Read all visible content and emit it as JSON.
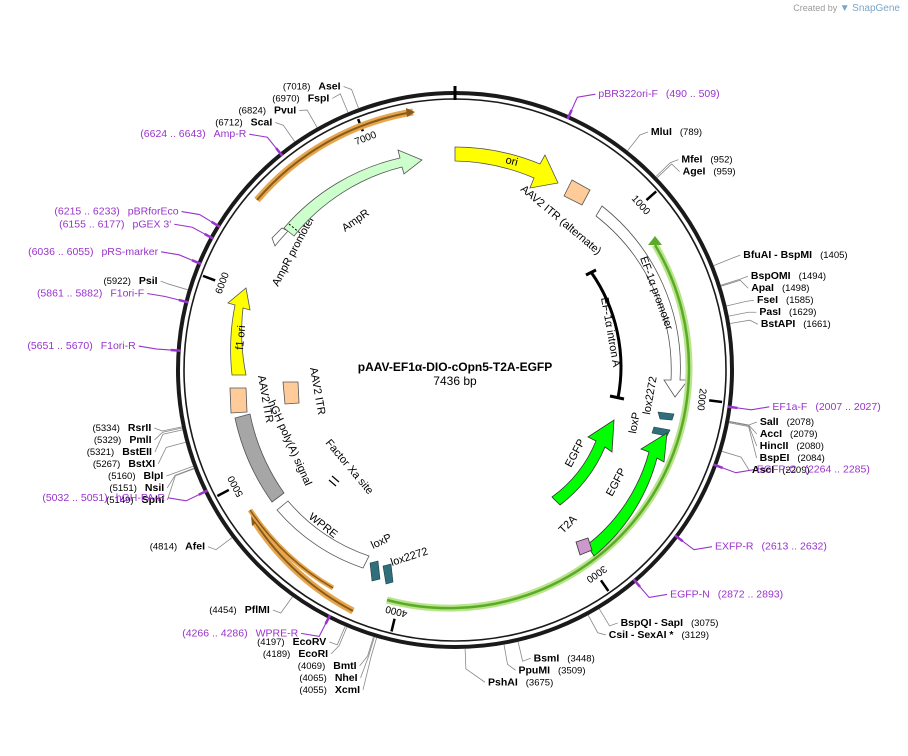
{
  "credit": {
    "prefix": "Created by",
    "brand": "SnapGene"
  },
  "plasmid": {
    "name": "pAAV-EF1α-DIO-cOpn5-T2A-EGFP",
    "length_label": "7436 bp",
    "total_bp": 7436
  },
  "ticks": [
    {
      "bp": 1000,
      "label": "1000"
    },
    {
      "bp": 2000,
      "label": "2000"
    },
    {
      "bp": 3000,
      "label": "3000"
    },
    {
      "bp": 4000,
      "label": "4000"
    },
    {
      "bp": 5000,
      "label": "5000"
    },
    {
      "bp": 6000,
      "label": "6000"
    },
    {
      "bp": 7000,
      "label": "7000"
    }
  ],
  "features": [
    {
      "name": "ori",
      "label": "ori",
      "color": "#ffff00"
    },
    {
      "name": "aav2-itr-alt",
      "label": "AAV2 ITR (alternate)",
      "color": "#ffcc99"
    },
    {
      "name": "ef1a-promoter",
      "label": "EF-1α promoter",
      "color": "#ffffff"
    },
    {
      "name": "ef1a-intron",
      "label": "EF-1α intron A",
      "color": "#000000"
    },
    {
      "name": "lox2272-a",
      "label": "lox2272",
      "color": "#2f6e7a"
    },
    {
      "name": "loxp-a",
      "label": "loxP",
      "color": "#2f6e7a"
    },
    {
      "name": "egfp-a",
      "label": "EGFP",
      "color": "#00ff00"
    },
    {
      "name": "egfp-b",
      "label": "EGFP",
      "color": "#00ff00"
    },
    {
      "name": "t2a",
      "label": "T2A",
      "color": "#cc99cc"
    },
    {
      "name": "lox2272-b",
      "label": "lox2272",
      "color": "#2f6e7a"
    },
    {
      "name": "loxp-b",
      "label": "loxP",
      "color": "#2f6e7a"
    },
    {
      "name": "wpre",
      "label": "WPRE",
      "color": "#ffffff"
    },
    {
      "name": "factor-xa",
      "label": "Factor Xa site",
      "color": "#000000"
    },
    {
      "name": "hgh-polya",
      "label": "hGH poly(A) signal",
      "color": "#a6a6a6"
    },
    {
      "name": "aav2-itr-1",
      "label": "AAV2 ITR",
      "color": "#ffcc99"
    },
    {
      "name": "aav2-itr-2",
      "label": "AAV2 ITR",
      "color": "#ffcc99"
    },
    {
      "name": "f1-ori",
      "label": "f1 ori",
      "color": "#ffff00"
    },
    {
      "name": "ampr-promoter",
      "label": "AmpR promoter",
      "color": "#ffffff"
    },
    {
      "name": "ampr",
      "label": "AmpR",
      "color": "#ccffcc"
    }
  ],
  "enzymes_left": [
    {
      "pos": "(7018)",
      "name": "AseI",
      "bp": 7018
    },
    {
      "pos": "(6970)",
      "name": "FspI",
      "bp": 6970
    },
    {
      "pos": "(6824)",
      "name": "PvuI",
      "bp": 6824
    },
    {
      "pos": "(6712)",
      "name": "ScaI",
      "bp": 6712
    },
    {
      "pos": "(5922)",
      "name": "PsiI",
      "bp": 5922
    },
    {
      "pos": "(5334)",
      "name": "RsrII",
      "bp": 5334
    },
    {
      "pos": "(5329)",
      "name": "PmlI",
      "bp": 5329
    },
    {
      "pos": "(5321)",
      "name": "BstEII",
      "bp": 5321
    },
    {
      "pos": "(5267)",
      "name": "BstXI",
      "bp": 5267
    },
    {
      "pos": "(5160)",
      "name": "BlpI",
      "bp": 5160
    },
    {
      "pos": "(5151)",
      "name": "NsiI",
      "bp": 5151
    },
    {
      "pos": "(5149)",
      "name": "SphI",
      "bp": 5149
    },
    {
      "pos": "(4814)",
      "name": "AfeI",
      "bp": 4814
    },
    {
      "pos": "(4454)",
      "name": "PflMI",
      "bp": 4454
    },
    {
      "pos": "(4197)",
      "name": "EcoRV",
      "bp": 4197
    },
    {
      "pos": "(4189)",
      "name": "EcoRI",
      "bp": 4189
    },
    {
      "pos": "(4069)",
      "name": "BmtI",
      "bp": 4069
    },
    {
      "pos": "(4065)",
      "name": "NheI",
      "bp": 4065
    },
    {
      "pos": "(4055)",
      "name": "XcmI",
      "bp": 4055
    }
  ],
  "enzymes_right": [
    {
      "name": "MluI",
      "pos": "(789)",
      "bp": 789
    },
    {
      "name": "MfeI",
      "pos": "(952)",
      "bp": 952
    },
    {
      "name": "AgeI",
      "pos": "(959)",
      "bp": 959
    },
    {
      "name": "BfuAI  - BspMI",
      "pos": "(1405)",
      "bp": 1405
    },
    {
      "name": "BspOMI",
      "pos": "(1494)",
      "bp": 1494
    },
    {
      "name": "ApaI",
      "pos": "(1498)",
      "bp": 1498
    },
    {
      "name": "FseI",
      "pos": "(1585)",
      "bp": 1585
    },
    {
      "name": "PasI",
      "pos": "(1629)",
      "bp": 1629
    },
    {
      "name": "BstAPI",
      "pos": "(1661)",
      "bp": 1661
    },
    {
      "name": "SalI",
      "pos": "(2078)",
      "bp": 2078
    },
    {
      "name": "AccI",
      "pos": "(2079)",
      "bp": 2079
    },
    {
      "name": "HincII",
      "pos": "(2080)",
      "bp": 2080
    },
    {
      "name": "BspEI",
      "pos": "(2084)",
      "bp": 2084
    },
    {
      "name": "AscI",
      "pos": "(2209)",
      "bp": 2209
    },
    {
      "name": "BspQI  - SapI",
      "pos": "(3075)",
      "bp": 3075
    },
    {
      "name": "CsiI  - SexAI *",
      "pos": "(3129)",
      "bp": 3129
    },
    {
      "name": "BsmI",
      "pos": "(3448)",
      "bp": 3448
    },
    {
      "name": "PpuMI",
      "pos": "(3509)",
      "bp": 3509
    },
    {
      "name": "PshAI",
      "pos": "(3675)",
      "bp": 3675
    }
  ],
  "primers_right": [
    {
      "name": "pBR322ori-F",
      "range": "(490 .. 509)",
      "bp": 499
    },
    {
      "name": "EF1a-F",
      "range": "(2007 .. 2027)",
      "bp": 2017
    },
    {
      "name": "EGFP-C",
      "range": "(2264 .. 2285)",
      "bp": 2274
    },
    {
      "name": "EXFP-R",
      "range": "(2613 .. 2632)",
      "bp": 2622
    },
    {
      "name": "EGFP-N",
      "range": "(2872 .. 2893)",
      "bp": 2882
    }
  ],
  "primers_left": [
    {
      "range": "(6624 .. 6643)",
      "name": "Amp-R",
      "bp": 6633
    },
    {
      "range": "(6215 .. 6233)",
      "name": "pBRforEco",
      "bp": 6224
    },
    {
      "range": "(6155 .. 6177)",
      "name": "pGEX 3'",
      "bp": 6166
    },
    {
      "range": "(6036 .. 6055)",
      "name": "pRS-marker",
      "bp": 6045
    },
    {
      "range": "(5861 .. 5882)",
      "name": "F1ori-F",
      "bp": 5871
    },
    {
      "range": "(5651 .. 5670)",
      "name": "F1ori-R",
      "bp": 5660
    },
    {
      "range": "(5032 .. 5051)",
      "name": "hGH-PA-R",
      "bp": 5041
    },
    {
      "range": "(4266 .. 4286)",
      "name": "WPRE-R",
      "bp": 4276
    }
  ],
  "colors": {
    "primer": "#9933cc",
    "backbone": "#1a1a1a",
    "orf_outline": "#b9e48a",
    "yellow_outline": "#e6a64d"
  }
}
